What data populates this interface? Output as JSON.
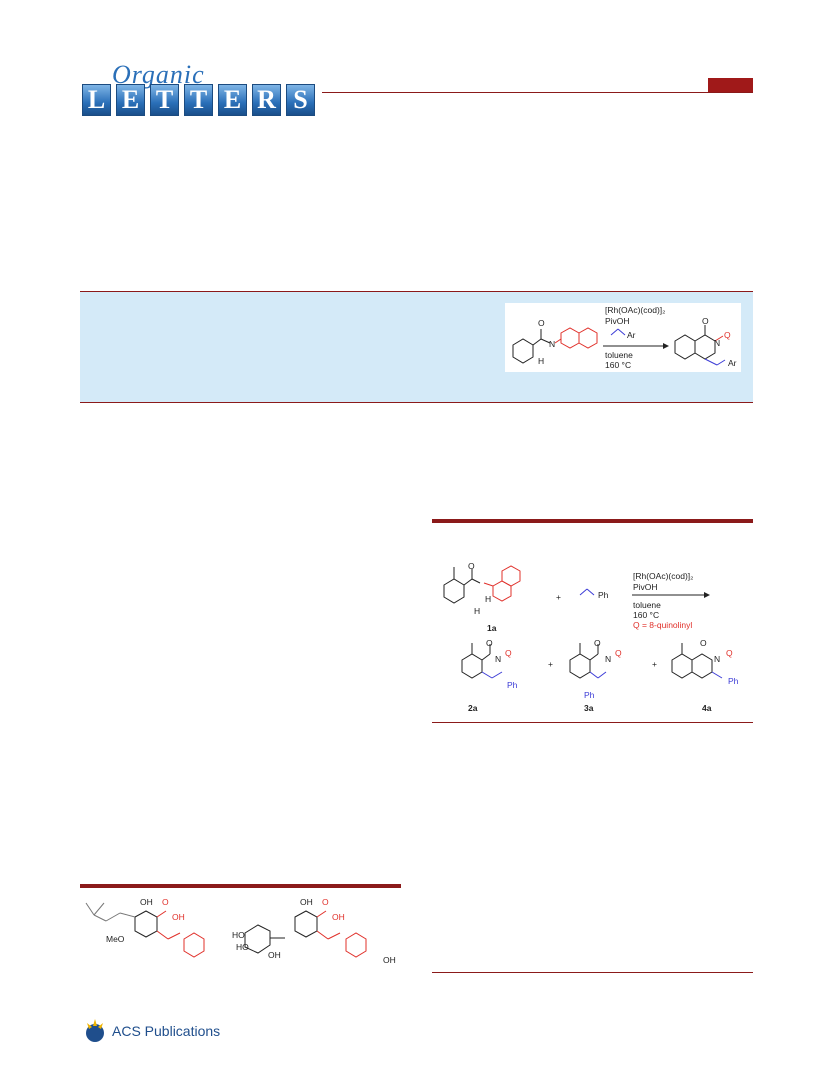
{
  "journal": {
    "logo_script": "Organic",
    "logo_letters": [
      "L",
      "E",
      "T",
      "T",
      "E",
      "R",
      "S"
    ]
  },
  "toc": {
    "catalyst": "[Rh(OAc)(cod)]₂",
    "additive": "PivOH",
    "alkene_sub": "Ar",
    "solvent": "toluene",
    "temperature": "160 °C",
    "h_label": "H",
    "n_label": "N",
    "nh_label": "H",
    "o_label": "O",
    "q_label": "Q",
    "product_n": "N",
    "product_ar": "Ar"
  },
  "scheme": {
    "reactant_label": "1a",
    "plus": "+",
    "alkene_sub": "Ph",
    "catalyst": "[Rh(OAc)(cod)]₂",
    "additive": "PivOH",
    "solvent": "toluene",
    "temperature": "160 °C",
    "q_def": "Q = 8-quinolinyl",
    "h_label": "H",
    "o_label": "O",
    "n_label": "N",
    "nh_label": "H",
    "q_label": "Q",
    "ph_label": "Ph",
    "products": [
      "2a",
      "3a",
      "4a"
    ]
  },
  "figure": {
    "oh": "OH",
    "meo": "MeO",
    "ho": "HO",
    "o": "O"
  },
  "publisher": {
    "name": "ACS Publications"
  },
  "colors": {
    "accent_red": "#8b1a1a",
    "abstract_bg": "#d4eaf8",
    "highlight_red": "#e0302a",
    "highlight_blue": "#3b3bd6",
    "logo_blue": "#2a6fb8"
  }
}
